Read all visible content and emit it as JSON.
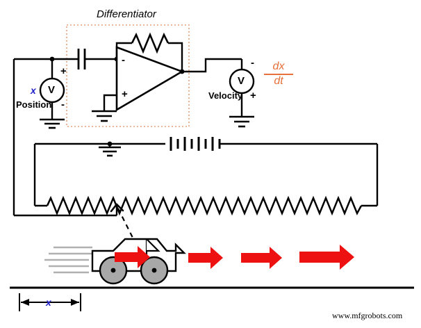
{
  "figure": {
    "title_block": "Differentiator",
    "watermark": "www.mfgrobots.com"
  },
  "labels": {
    "position_meter_name": "Position",
    "position_meter_symbol": "V",
    "position_variable": "x",
    "position_plus": "+",
    "position_minus": "-",
    "velocity_meter_name": "Velocity",
    "velocity_meter_symbol": "V",
    "velocity_minus": "-",
    "velocity_plus": "+",
    "derivative_numerator": "dx",
    "derivative_denominator": "dt",
    "opamp_inverting": "-",
    "opamp_noninverting": "+",
    "dimension_label": "x"
  },
  "colors": {
    "wire": "#000000",
    "highlight_box": "#e8703a",
    "derivative_text": "#e8703a",
    "variable_text": "#2222cc",
    "arrow_red": "#ee1111",
    "wheel_gray": "#a8a8a8",
    "speed_line_gray": "#b0b0b0",
    "background": "#ffffff"
  },
  "components": {
    "battery_cells": 4,
    "potentiometer": "long-resistor-with-wiper",
    "capacitor": "input-capacitor",
    "feedback_resistor": "feedback-resistor",
    "grounds": 3,
    "motion_arrows": 4
  }
}
